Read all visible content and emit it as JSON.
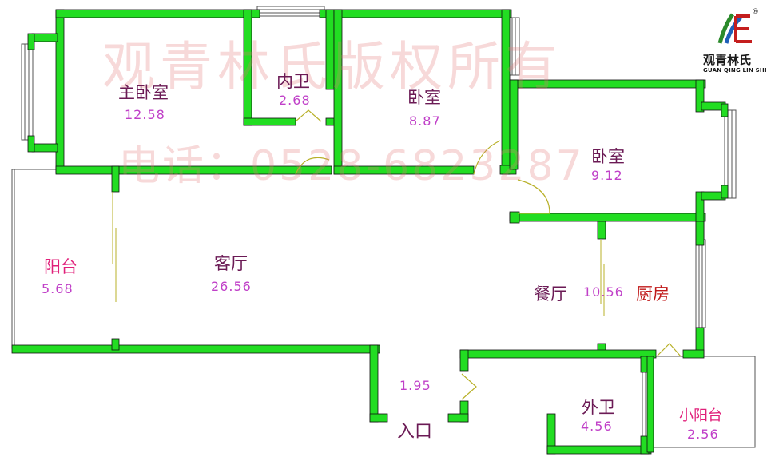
{
  "watermark": {
    "line1": "观青林氏版权所有",
    "line2": "电话：0528-6823287"
  },
  "logo": {
    "name": "观青林氏",
    "latin": "GUAN QING LIN SHI",
    "registered": "®"
  },
  "rooms": [
    {
      "id": "master-bedroom",
      "name": "主卧室",
      "area": "12.58",
      "name_color": "#6b1a55"
    },
    {
      "id": "inner-bathroom",
      "name": "内卫",
      "area": "2.68",
      "name_color": "#6b1a55"
    },
    {
      "id": "bedroom-1",
      "name": "卧室",
      "area": "8.87",
      "name_color": "#6b1a55"
    },
    {
      "id": "bedroom-2",
      "name": "卧室",
      "area": "9.12",
      "name_color": "#6b1a55"
    },
    {
      "id": "balcony",
      "name": "阳台",
      "area": "5.68",
      "name_color": "#e0207a"
    },
    {
      "id": "living-room",
      "name": "客厅",
      "area": "26.56",
      "name_color": "#6b1a55"
    },
    {
      "id": "dining-room",
      "name": "餐厅",
      "area": "10.56",
      "name_color": "#6b1a55"
    },
    {
      "id": "kitchen",
      "name": "厨房",
      "area": "",
      "name_color": "#c01818"
    },
    {
      "id": "outer-bathroom",
      "name": "外卫",
      "area": "4.56",
      "name_color": "#6b1a55"
    },
    {
      "id": "small-balcony",
      "name": "小阳台",
      "area": "2.56",
      "name_color": "#e0207a"
    },
    {
      "id": "entry",
      "name": "入口",
      "area": "1.95",
      "name_color": "#6b1a55"
    }
  ],
  "colors": {
    "wall": "#22dd22",
    "wall_outline": "#111111",
    "door": "#b8b028",
    "window": "#888888",
    "area_text": "#c040c8",
    "watermark": "#e07878"
  }
}
